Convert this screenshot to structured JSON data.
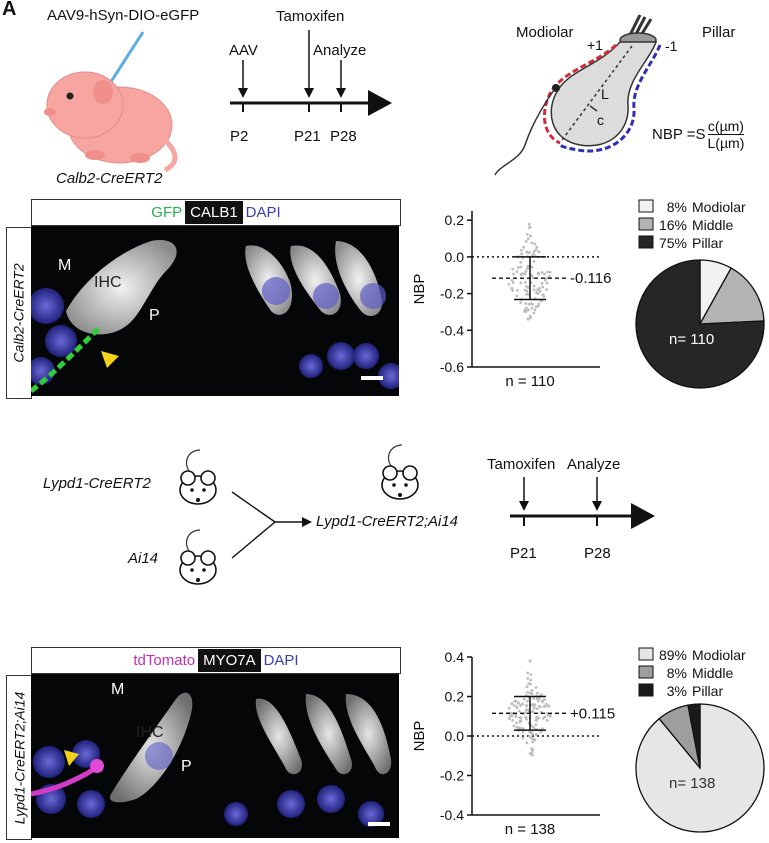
{
  "panel_letter": "A",
  "top": {
    "injection_label": "AAV9-hSyn-DIO-eGFP",
    "mouse_line": "Calb2-CreERT2",
    "timeline": {
      "events": [
        {
          "label": "AAV",
          "time": "P2"
        },
        {
          "label": "Tamoxifen",
          "time": "P21"
        },
        {
          "label": "Analyze",
          "time": "P28"
        }
      ]
    },
    "schematic": {
      "modiolar_label": "Modiolar",
      "pillar_label": "Pillar",
      "plus_label": "+1",
      "minus_label": "-1",
      "L_label": "L",
      "c_label": "c",
      "formula_lhs": "NBP =S",
      "formula_num": "c(µm)",
      "formula_den": "L(µm)"
    },
    "image": {
      "stains": [
        {
          "text": "GFP",
          "color": "#22b14c",
          "bg": "#ffffff"
        },
        {
          "text": "CALB1",
          "color": "#ffffff",
          "bg": "#111111"
        },
        {
          "text": "DAPI",
          "color": "#3b3bb3",
          "bg": "#ffffff"
        }
      ],
      "side_label": "Calb2-CreERT2",
      "labels": {
        "m": "M",
        "ihc": "IHC",
        "p": "P"
      }
    },
    "scatter": {
      "ylabel": "NBP",
      "yticks": [
        "0.2",
        "0.0",
        "-0.2",
        "-0.4",
        "-0.6"
      ],
      "mean_label": "-0.116",
      "n_label": "n = 110"
    },
    "pie_legend": [
      {
        "pct": "8%",
        "name": "Modiolar",
        "color": "#f2f2f2"
      },
      {
        "pct": "16%",
        "name": "Middle",
        "color": "#b3b3b3"
      },
      {
        "pct": "75%",
        "name": "Pillar",
        "color": "#262626"
      }
    ],
    "pie_n": "n= 110"
  },
  "bottom": {
    "mouse1": "Lypd1-CreERT2",
    "mouse2": "Ai14",
    "cross_result": "Lypd1-CreERT2;Ai14",
    "timeline": {
      "events": [
        {
          "label": "Tamoxifen",
          "time": "P21"
        },
        {
          "label": "Analyze",
          "time": "P28"
        }
      ]
    },
    "image": {
      "stains": [
        {
          "text": "tdTomato",
          "color": "#c42fb8",
          "bg": "#ffffff"
        },
        {
          "text": "MYO7A",
          "color": "#ffffff",
          "bg": "#111111"
        },
        {
          "text": "DAPI",
          "color": "#3b3bb3",
          "bg": "#ffffff"
        }
      ],
      "side_label": "Lypd1-CreERT2;Ai14",
      "labels": {
        "m": "M",
        "ihc": "IHC",
        "p": "P"
      }
    },
    "scatter": {
      "ylabel": "NBP",
      "yticks": [
        "0.4",
        "0.2",
        "0.0",
        "-0.2",
        "-0.4"
      ],
      "mean_label": "+0.115",
      "n_label": "n = 138"
    },
    "pie_legend": [
      {
        "pct": "89%",
        "name": "Modiolar",
        "color": "#e6e6e6"
      },
      {
        "pct": "8%",
        "name": "Middle",
        "color": "#9e9e9e"
      },
      {
        "pct": "3%",
        "name": "Pillar",
        "color": "#1a1a1a"
      }
    ],
    "pie_n": "n= 138"
  },
  "chart_data": [
    {
      "type": "scatter",
      "ylabel": "NBP",
      "ylim": [
        -0.6,
        0.25
      ],
      "series": [
        {
          "n": 110,
          "mean": -0.116,
          "sd": 0.116
        }
      ]
    },
    {
      "type": "pie",
      "categories": [
        "Modiolar",
        "Middle",
        "Pillar"
      ],
      "values": [
        8,
        16,
        75
      ]
    },
    {
      "type": "scatter",
      "ylabel": "NBP",
      "ylim": [
        -0.4,
        0.4
      ],
      "series": [
        {
          "n": 138,
          "mean": 0.115,
          "sd": 0.085
        }
      ]
    },
    {
      "type": "pie",
      "categories": [
        "Modiolar",
        "Middle",
        "Pillar"
      ],
      "values": [
        89,
        8,
        3
      ]
    }
  ]
}
